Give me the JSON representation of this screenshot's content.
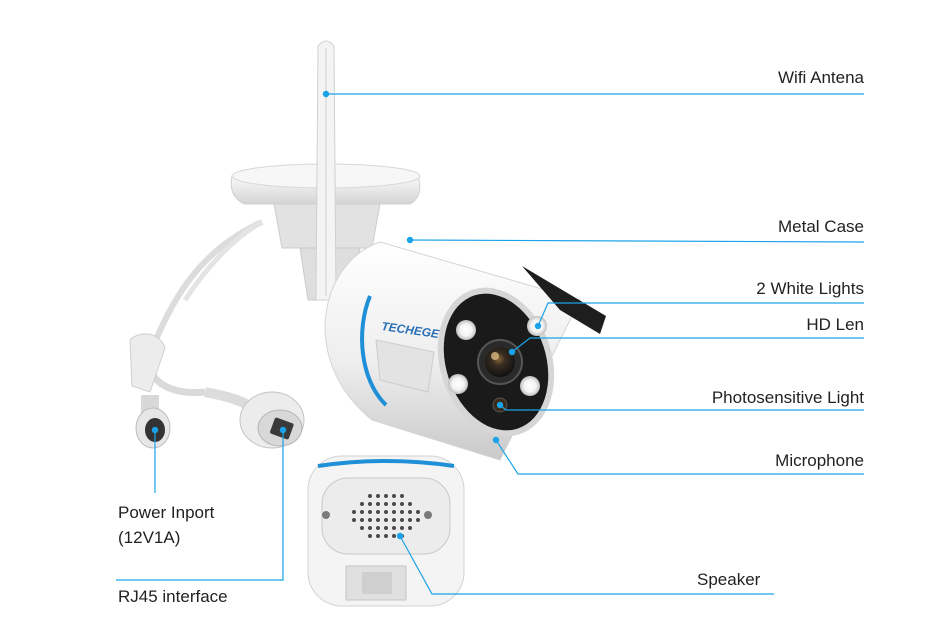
{
  "brand": "TECHEGE",
  "accent_color": "#1aa3e8",
  "labels": {
    "wifi_antenna": "Wifi Antena",
    "metal_case": "Metal Case",
    "white_lights": "2 White Lights",
    "hd_len": "HD Len",
    "photosensitive_light": "Photosensitive Light",
    "microphone": "Microphone",
    "power_inport": "Power Inport",
    "power_spec": "(12V1A)",
    "rj45": "RJ45 interface",
    "speaker": "Speaker"
  }
}
